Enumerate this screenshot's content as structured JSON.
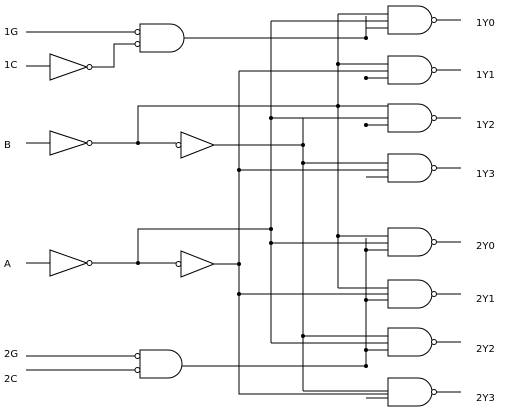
{
  "inputs": {
    "g1": "1G",
    "c1": "1C",
    "b": "B",
    "a": "A",
    "g2": "2G",
    "c2": "2C"
  },
  "outputs": [
    "1Y0",
    "1Y1",
    "1Y2",
    "1Y3",
    "2Y0",
    "2Y1",
    "2Y2",
    "2Y3"
  ]
}
